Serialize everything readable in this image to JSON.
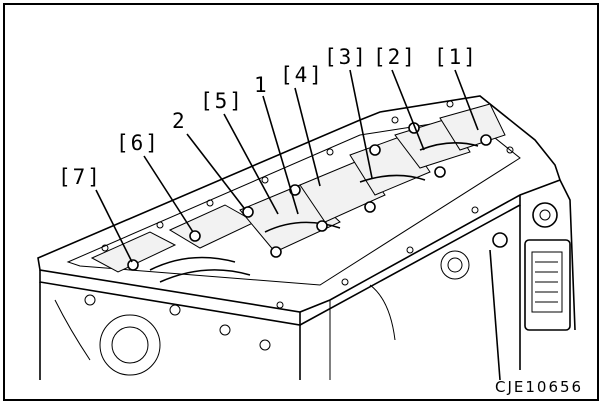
{
  "figure": {
    "code": "CJE10656",
    "callouts": {
      "c1": "[1]",
      "c2": "[2]",
      "c3": "[3]",
      "c4": "[4]",
      "c5": "[5]",
      "c6": "[6]",
      "c7": "[7]",
      "n1": "1",
      "n2": "2"
    }
  }
}
